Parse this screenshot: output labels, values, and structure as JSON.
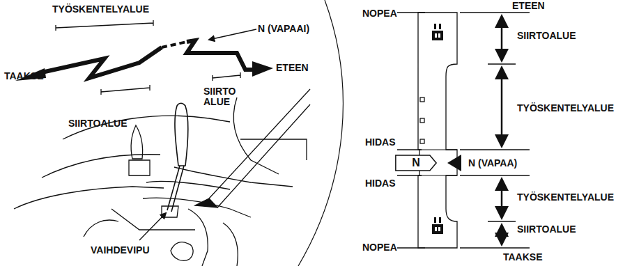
{
  "diagram": {
    "nodes": [
      {
        "text": [
          "N"
        ]
      }
    ],
    "labels": [
      "TYÖSKENTELYALUE",
      "N (VAPAAI)",
      "TAAKSE",
      "ETEEN",
      "SIIRTOALUE",
      "SIIRTO ALUE",
      "VAIHDEVIPU",
      "ETEEN",
      "NOPEA",
      "SIIRTOALUE",
      "TYÖSKENTELYALUE",
      "HIDAS",
      "N (VAPAA)",
      "HIDAS",
      "TYÖSKENTELYALUE",
      "SIIRTOALUE",
      "NOPEA",
      "TAAKSE"
    ]
  }
}
